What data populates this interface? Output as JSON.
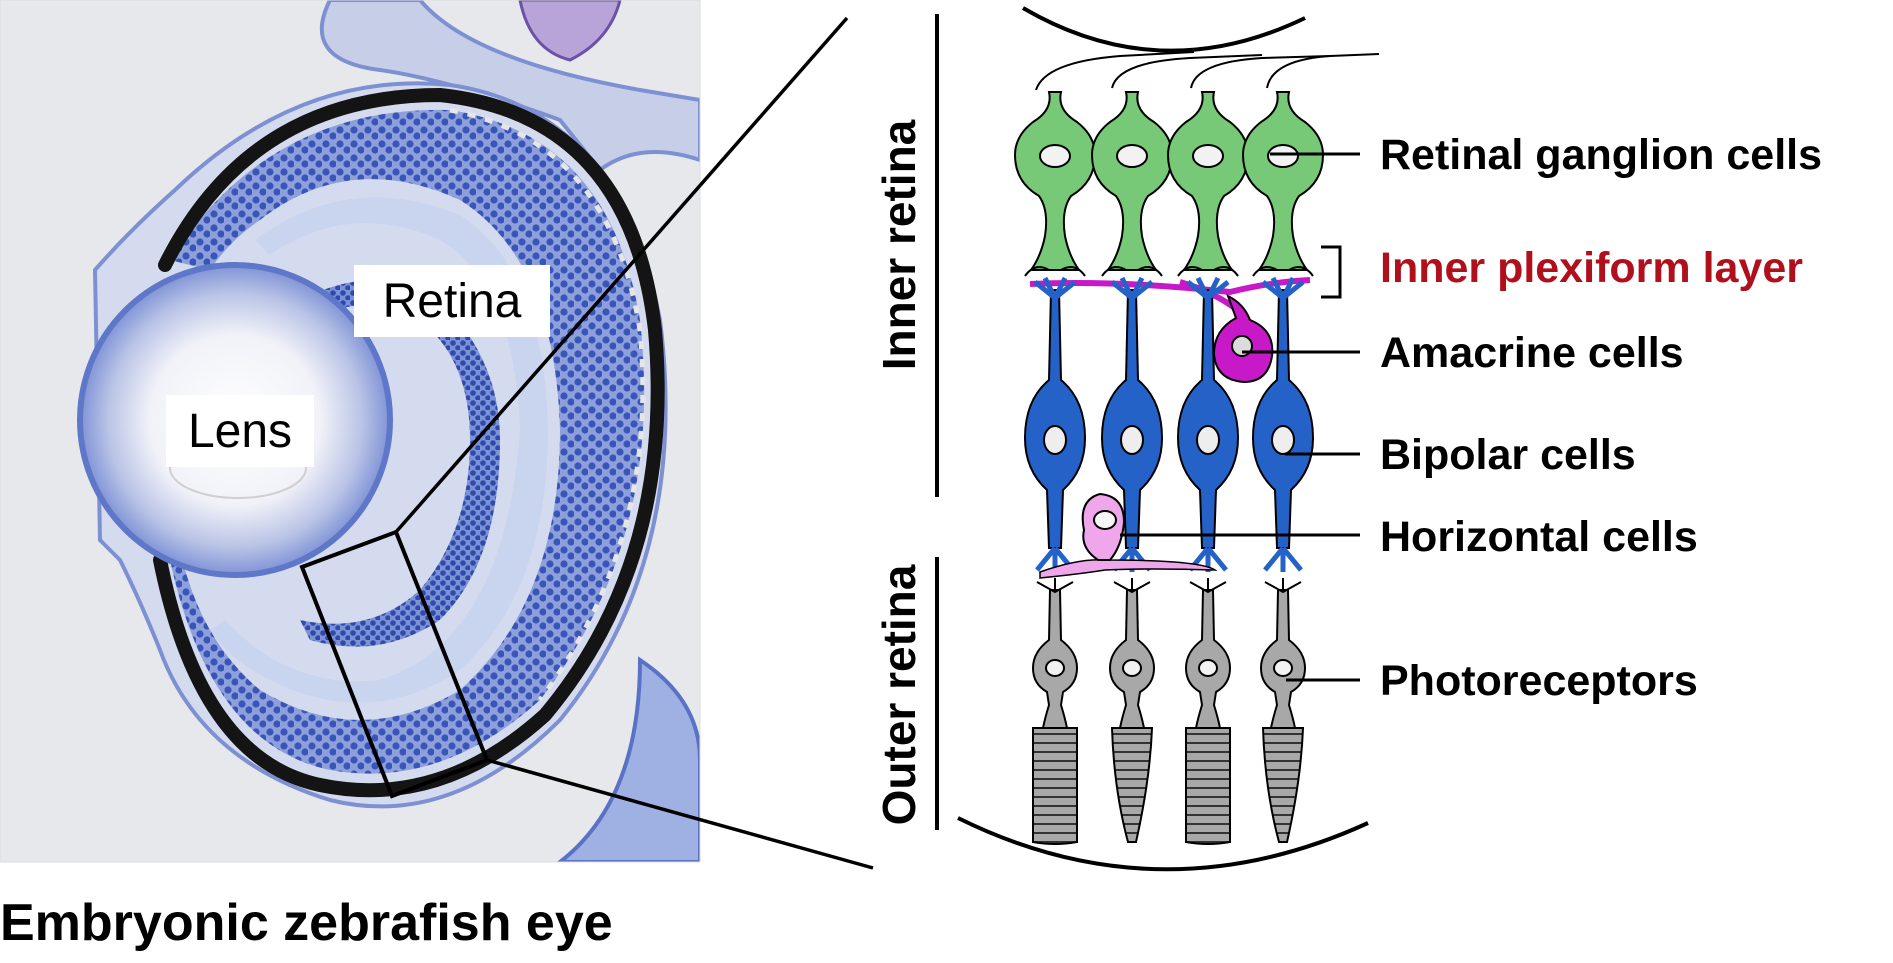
{
  "micrograph": {
    "retina_label": "Retina",
    "lens_label": "Lens",
    "caption": "Embryonic zebrafish eye"
  },
  "regions": {
    "inner": "Inner retina",
    "outer": "Outer retina"
  },
  "layers": {
    "ganglion": "Retinal ganglion cells",
    "ipl": "Inner plexiform layer",
    "amacrine": "Amacrine cells",
    "bipolar": "Bipolar cells",
    "horizontal": "Horizontal cells",
    "photoreceptors": "Photoreceptors"
  },
  "colors": {
    "ganglion": "#77c877",
    "bipolar": "#2462c8",
    "amacrine": "#c819c8",
    "horizontal": "#f0a6ea",
    "photoreceptor": "#a8a8a8",
    "ipl_text": "#b0101c",
    "tissue_blue": "#5b78c8",
    "pigment": "#151515"
  }
}
